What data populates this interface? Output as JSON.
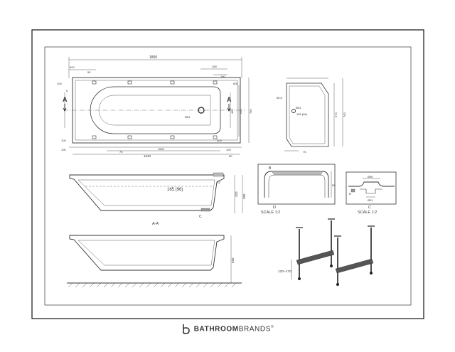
{
  "plan": {
    "overall_length": "1800",
    "dim_900": "900",
    "dim_50": "50",
    "dim_289": "289",
    "dim_100_top": "100",
    "dim_600": "600",
    "dim_100_left": "100",
    "dim_6": "6",
    "dim_460": "460",
    "dim_610": "610",
    "dim_790": "790",
    "waste_dia": "Ø51",
    "dim_100_bl": "100",
    "dim_100_bl2": "100",
    "dim_500_bot": "500",
    "dim_100_br": "100",
    "dim_1600": "1600",
    "dim_75": "75",
    "dim_1640": "1640",
    "dim_80": "80",
    "section_marker": "A"
  },
  "end_view": {
    "dim_55": "55,5",
    "waste_dia": "Ø51",
    "depth_label": "165 (96)",
    "dim_570": "570",
    "dim_700": "700",
    "dim_75": "75"
  },
  "detail_d": {
    "marker": "B",
    "dim_55": "55",
    "label": "D",
    "scale": "SCALE 1:2"
  },
  "detail_c": {
    "marker": "B",
    "dia_top": "Ø90",
    "dia_bot": "Ø51",
    "label": "C",
    "scale": "SCALE 1:2"
  },
  "section": {
    "depth_label": "165 (96)",
    "marker_d": "D",
    "marker_c": "C",
    "dim_370": "370",
    "dim_350": "350",
    "caption": "A-A"
  },
  "side_view": {
    "dim_590": "590",
    "leg_range": "120–170"
  },
  "brand": {
    "name_bold": "BATHROOM",
    "name_regular": "BRANDS",
    "reg_mark": "®",
    "logo_icon": "b-logo-icon"
  }
}
